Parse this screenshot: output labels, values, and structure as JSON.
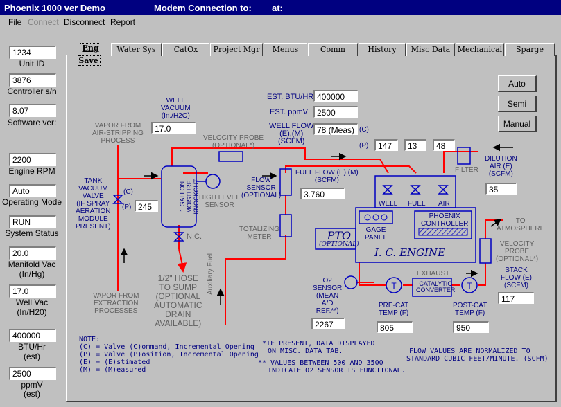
{
  "title": {
    "app": "Phoenix 1000  ver Demo",
    "modem": "Modem Connection to:",
    "at": "at:"
  },
  "menu": {
    "file": "File",
    "connect": "Connect",
    "disconnect": "Disconnect",
    "report": "Report"
  },
  "sidebar": {
    "unit_id": {
      "value": "1234",
      "label": "Unit ID"
    },
    "controller_sn": {
      "value": "3876",
      "label": "Controller s/n"
    },
    "software_ver": {
      "value": "8.07",
      "label": "Software ver:"
    },
    "engine_rpm": {
      "value": "2200",
      "label": "Engine RPM"
    },
    "operating_mode": {
      "value": "Auto",
      "label": "Operating Mode"
    },
    "system_status": {
      "value": "RUN",
      "label": "System Status"
    },
    "manifold_vac": {
      "value": "20.0",
      "label1": "Manifold Vac",
      "label2": "(In/Hg)"
    },
    "well_vac": {
      "value": "17.0",
      "label1": "Well Vac",
      "label2": "(In/H20)"
    },
    "btu_hr": {
      "value": "400000",
      "label1": "BTU/Hr",
      "label2": "(est)"
    },
    "ppmv": {
      "value": "2500",
      "label1": "ppmV",
      "label2": "(est)"
    }
  },
  "tabs": [
    "Eng Save",
    "Water Sys",
    "CatOx",
    "Project Mgr",
    "Menus",
    "Comm",
    "History",
    "Misc Data",
    "Mechanical",
    "Sparge"
  ],
  "mode_buttons": {
    "auto": "Auto",
    "semi": "Semi",
    "manual": "Manual"
  },
  "diagram": {
    "well_vacuum": {
      "l1": "WELL",
      "l2": "VACUUM",
      "l3": "(In./H2O)",
      "value": "17.0"
    },
    "vapor_air": {
      "l1": "VAPOR FROM",
      "l2": "AIR-STRIPPING",
      "l3": "PROCESS"
    },
    "velocity_probe_top": {
      "l1": "VELOCITY PROBE",
      "l2": "(OPTIONAL*)"
    },
    "est_btu": {
      "label": "EST. BTU/HR",
      "value": "400000"
    },
    "est_ppmv": {
      "label": "EST. ppmV",
      "value": "2500"
    },
    "well_flow": {
      "l1": "WELL FLOW",
      "l2": "(E),(M)",
      "l3": "(SCFM)",
      "value": "78 (Meas)",
      "c": "(C)",
      "p": "(P)"
    },
    "valve_positions": [
      "147",
      "13",
      "48"
    ],
    "tank_valve": {
      "l1": "TANK",
      "l2": "VACUUM",
      "l3": "VALVE",
      "l4": "(IF SPRAY",
      "l5": "AERATION",
      "l6": "MODULE",
      "l7": "PRESENT)",
      "c": "(C)",
      "p": "(P)",
      "value": "245"
    },
    "knockout": {
      "text": "1 GALLON MOISTURE KNOCKOUT"
    },
    "high_level": {
      "l1": "HIGH LEVEL",
      "l2": "SENSOR"
    },
    "nc": "N.C.",
    "flow_sensor": {
      "l1": "FLOW",
      "l2": "SENSOR",
      "l3": "(OPTIONAL)"
    },
    "fuel_flow": {
      "l1": "FUEL FLOW (E),(M)",
      "l2": "(SCFM)",
      "value": "3.760"
    },
    "filter": "FILTER",
    "dilution": {
      "l1": "DILUTION",
      "l2": "AIR (E)",
      "l3": "(SCFM)",
      "value": "35"
    },
    "valve_labels": {
      "well": "WELL",
      "fuel": "FUEL",
      "air": "AIR"
    },
    "gage_panel": {
      "l1": "GAGE",
      "l2": "PANEL"
    },
    "phoenix_controller": {
      "l1": "PHOENIX",
      "l2": "CONTROLLER"
    },
    "pto": {
      "l1": "PTO",
      "l2": "(OPTIONAL)"
    },
    "engine": "I.  C.  ENGINE",
    "to_atmosphere": {
      "l1": "TO",
      "l2": "ATMOSPHERE"
    },
    "velocity_probe_right": {
      "l1": "VELOCITY",
      "l2": "PROBE",
      "l3": "(OPTIONAL*)"
    },
    "stack_flow": {
      "l1": "STACK",
      "l2": "FLOW (E)",
      "l3": "(SCFM)",
      "value": "117"
    },
    "totalizing": {
      "l1": "TOTALIZING",
      "l2": "METER"
    },
    "hose": {
      "l1": "1/2\" HOSE",
      "l2": "TO SUMP",
      "l3": "(OPTIONAL",
      "l4": "AUTOMATIC",
      "l5": "DRAIN",
      "l6": "AVAILABLE)"
    },
    "auxiliary_fuel": "Auxiliary Fuel",
    "vapor_extraction": {
      "l1": "VAPOR FROM",
      "l2": "EXTRACTION",
      "l3": "PROCESSES"
    },
    "o2_sensor": {
      "l1": "O2",
      "l2": "SENSOR",
      "l3": "(MEAN",
      "l4": "A/D",
      "l5": "REF.**)",
      "value": "2267"
    },
    "exhaust": "EXHAUST",
    "catalytic": {
      "l1": "CATALYTIC",
      "l2": "CONVERTER"
    },
    "precat": {
      "l1": "PRE-CAT",
      "l2": "TEMP (F)",
      "value": "805"
    },
    "postcat": {
      "l1": "POST-CAT",
      "l2": "TEMP (F)",
      "value": "950"
    }
  },
  "notes": {
    "note_title": "NOTE:",
    "n1": "(C) = Valve (C)ommand, Incremental Opening",
    "n2": "(P) = Valve (P)osition, Incremental Opening",
    "n3": "(E) = (E)stimated",
    "n4": "(M) = (M)easured",
    "star1": "*IF PRESENT, DATA DISPLAYED",
    "star2": "ON MISC. DATA TAB.",
    "dstar1": "** VALUES BETWEEN 500 AND 3500",
    "dstar2": "INDICATE O2 SENSOR IS FUNCTIONAL.",
    "flow1": "FLOW VALUES ARE NORMALIZED TO",
    "flow2": "STANDARD CUBIC FEET/MINUTE. (SCFM)"
  },
  "colors": {
    "title_bar": "#000080",
    "pipe": "#ff0000",
    "engine": "#0000c0",
    "background": "#c0c0c0"
  }
}
